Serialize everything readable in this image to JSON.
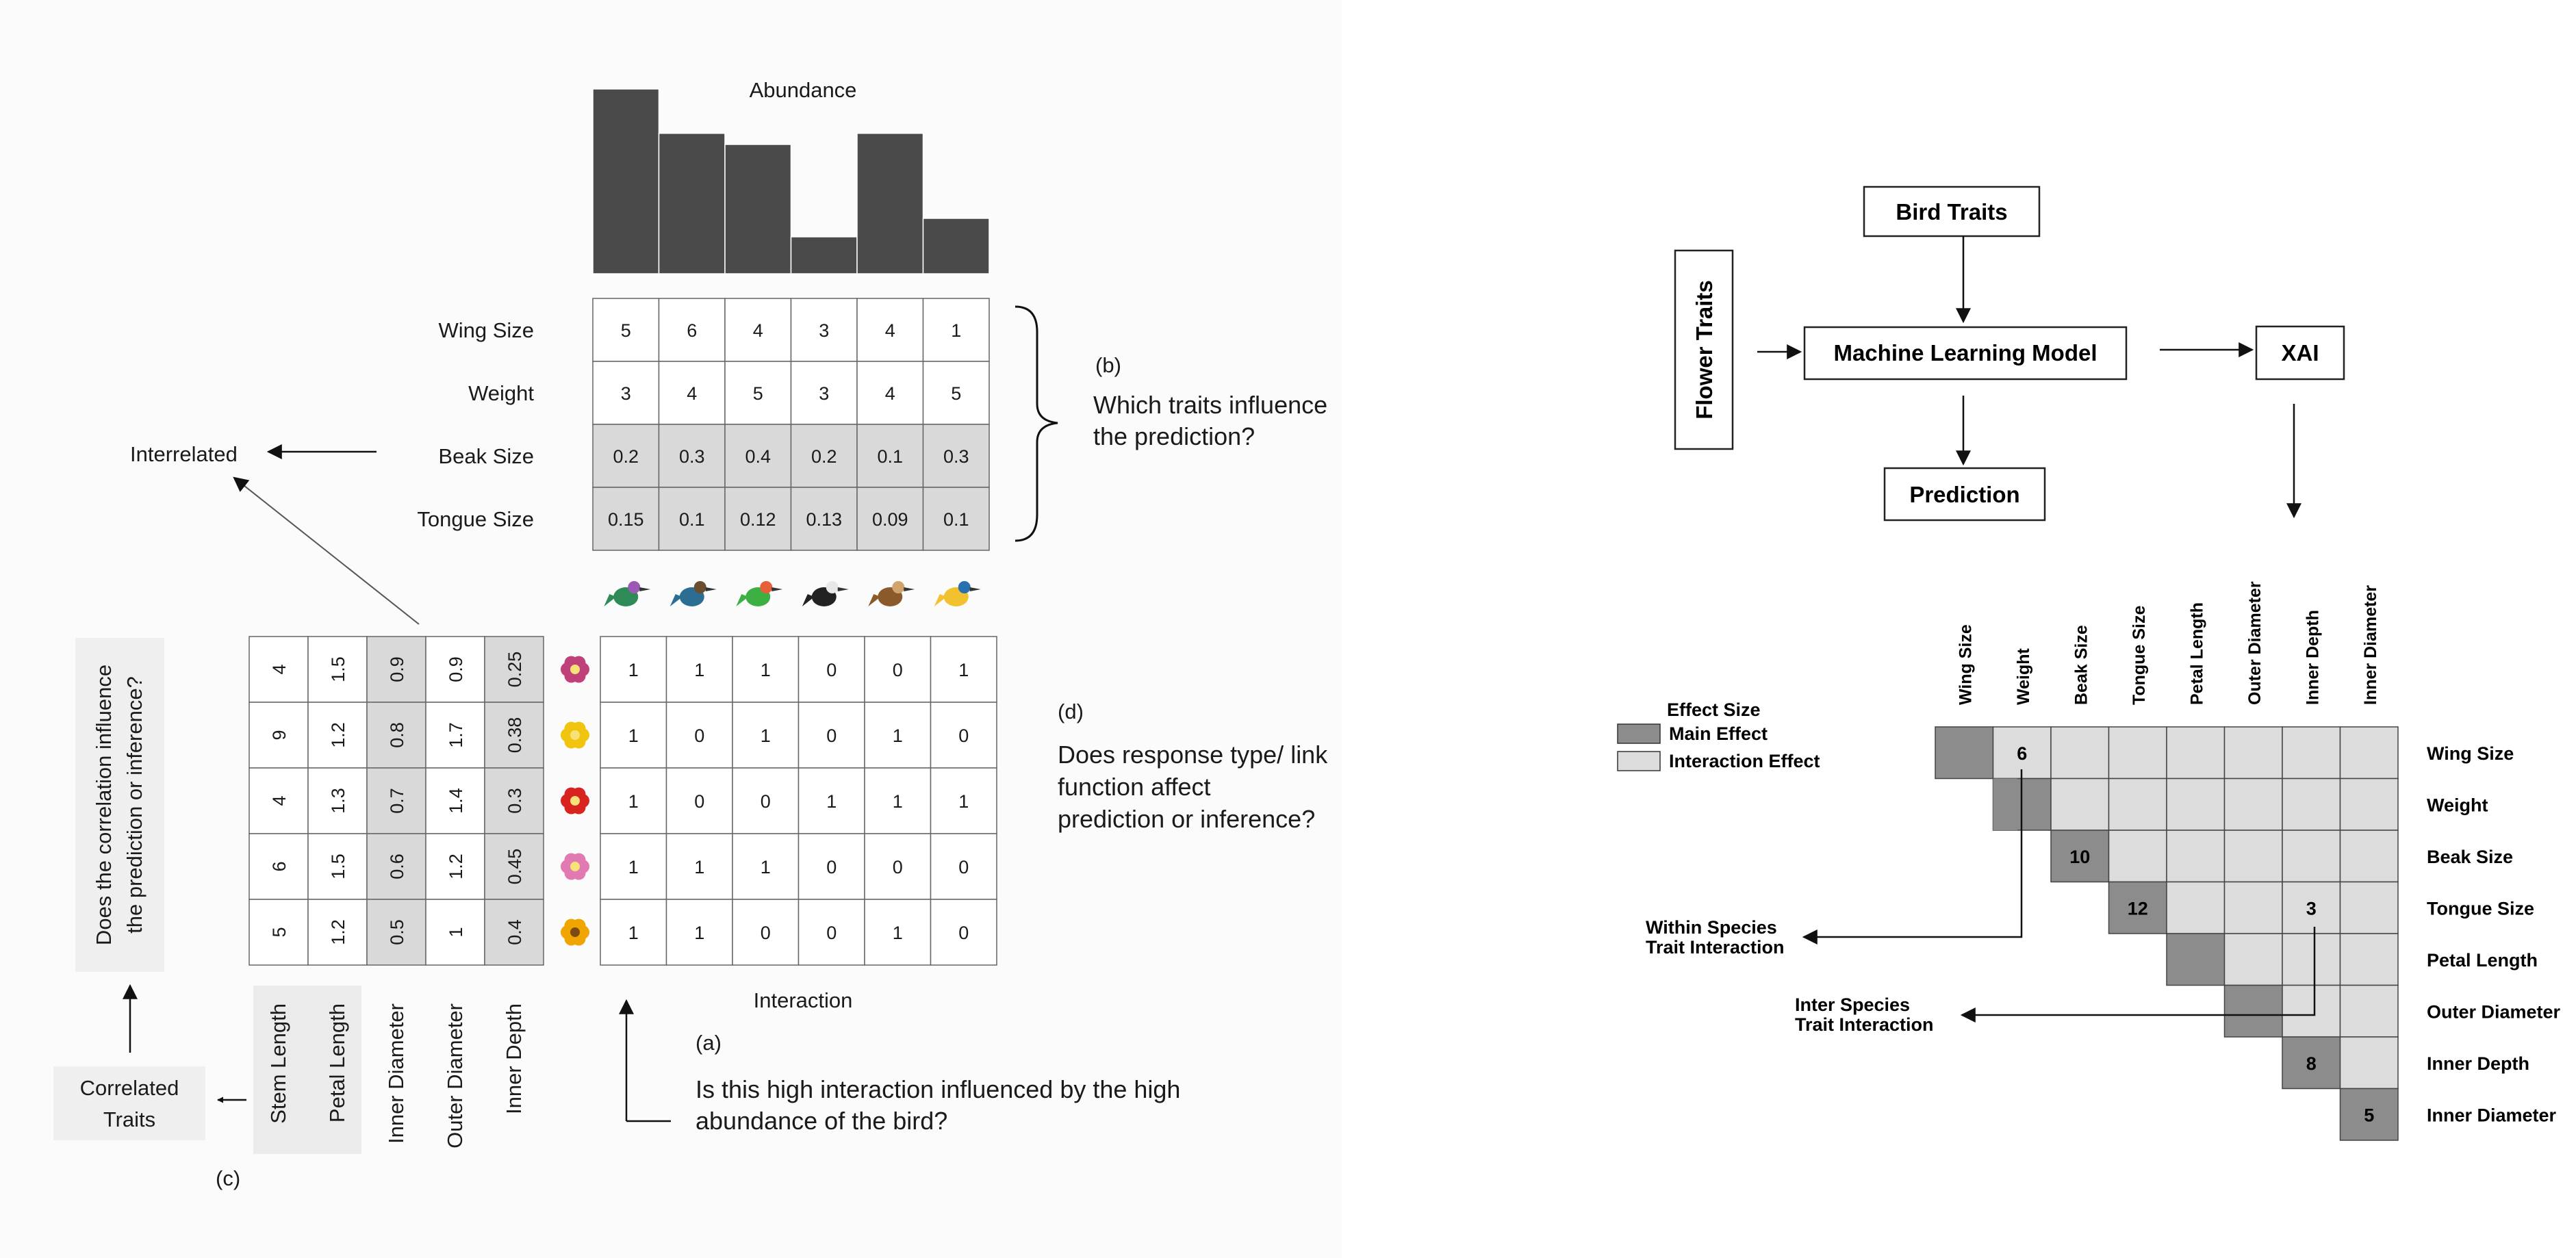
{
  "left": {
    "abundance": {
      "title": "Abundance",
      "values": [
        5,
        3.8,
        3.5,
        1,
        3.8,
        1.5
      ]
    },
    "bird_traits": {
      "rows": [
        {
          "name": "Wing Size",
          "values": [
            "5",
            "6",
            "4",
            "3",
            "4",
            "1"
          ],
          "shaded": false
        },
        {
          "name": "Weight",
          "values": [
            "3",
            "4",
            "5",
            "3",
            "4",
            "5"
          ],
          "shaded": false
        },
        {
          "name": "Beak Size",
          "values": [
            "0.2",
            "0.3",
            "0.4",
            "0.2",
            "0.1",
            "0.3"
          ],
          "shaded": true
        },
        {
          "name": "Tongue Size",
          "values": [
            "0.15",
            "0.1",
            "0.12",
            "0.13",
            "0.09",
            "0.1"
          ],
          "shaded": true
        }
      ]
    },
    "labels": {
      "interrelated": "Interrelated",
      "b": "(b)",
      "b_question": [
        "Which traits influence",
        "the prediction?"
      ],
      "d": "(d)",
      "d_question": [
        "Does response type/ link",
        "function affect",
        "prediction or inference?"
      ],
      "interaction": "Interaction",
      "a": "(a)",
      "a_question": [
        "Is this high interaction influenced by the high",
        "abundance of the bird?"
      ],
      "c": "(c)",
      "correlated_traits": [
        "Correlated",
        "Traits"
      ],
      "correlation_question": [
        "Does the correlation influence",
        "the prediction or inference?"
      ]
    },
    "bird_icons": [
      "hummingbird-icon",
      "kingfisher-icon",
      "parrot-icon",
      "magpie-icon",
      "owl-icon",
      "tit-icon"
    ],
    "flower_icons": [
      "pink-flower-icon",
      "yellow-flower-icon",
      "red-flower-icon",
      "tulip-icon",
      "sunflower-icon"
    ],
    "flower_traits": {
      "columns": [
        "Stem Length",
        "Petal Length",
        "Inner Diameter",
        "Outer Diameter",
        "Inner Depth"
      ],
      "shaded_columns": [
        2,
        4
      ],
      "rows": [
        [
          "4",
          "1.5",
          "0.9",
          "0.9",
          "0.25"
        ],
        [
          "9",
          "1.2",
          "0.8",
          "1.7",
          "0.38"
        ],
        [
          "4",
          "1.3",
          "0.7",
          "1.4",
          "0.3"
        ],
        [
          "6",
          "1.5",
          "0.6",
          "1.2",
          "0.45"
        ],
        [
          "5",
          "1.2",
          "0.5",
          "1",
          "0.4"
        ]
      ]
    },
    "interaction_matrix": [
      [
        "1",
        "1",
        "1",
        "0",
        "0",
        "1"
      ],
      [
        "1",
        "0",
        "1",
        "0",
        "1",
        "0"
      ],
      [
        "1",
        "0",
        "0",
        "1",
        "1",
        "1"
      ],
      [
        "1",
        "1",
        "1",
        "0",
        "0",
        "0"
      ],
      [
        "1",
        "1",
        "0",
        "0",
        "1",
        "0"
      ]
    ]
  },
  "right": {
    "flowchart": {
      "bird_traits": "Bird Traits",
      "flower_traits": "Flower Traits",
      "model": "Machine Learning Model",
      "xai": "XAI",
      "prediction": "Prediction"
    },
    "legend": {
      "title": "Effect Size",
      "main": "Main Effect",
      "interaction": "Interaction Effect",
      "main_color": "#8c8c8c",
      "interaction_color": "#dcdcdc"
    },
    "traits": [
      "Wing Size",
      "Weight",
      "Beak Size",
      "Tongue Size",
      "Petal Length",
      "Outer Diameter",
      "Inner Depth",
      "Inner Diameter"
    ],
    "cell_values": [
      {
        "row": 0,
        "col": 1,
        "value": "6"
      },
      {
        "row": 2,
        "col": 2,
        "value": "10"
      },
      {
        "row": 3,
        "col": 3,
        "value": "12"
      },
      {
        "row": 3,
        "col": 6,
        "value": "3"
      },
      {
        "row": 6,
        "col": 6,
        "value": "8"
      },
      {
        "row": 7,
        "col": 7,
        "value": "5"
      }
    ],
    "within_label": [
      "Within Species",
      "Trait Interaction"
    ],
    "inter_label": [
      "Inter Species",
      "Trait Interaction"
    ]
  }
}
